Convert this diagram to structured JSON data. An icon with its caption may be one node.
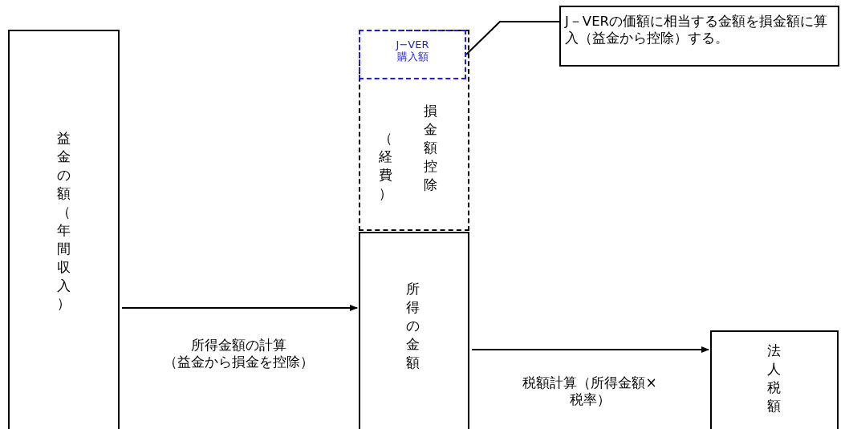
{
  "diagram": {
    "nodes": [
      {
        "text": [
          "益金の額（年間収入）"
        ]
      },
      {
        "text": [
          "（経費）",
          "損金額控除"
        ]
      },
      {
        "text": [
          "J−VER 購入額"
        ],
        "in": 1
      },
      {
        "text": [
          "所得の金額"
        ]
      },
      {
        "text": [
          "法人税額"
        ]
      },
      {
        "text": [
          "J－VERの価額に相当する金額を損金額に算入（益金から控除）する。"
        ]
      }
    ],
    "edges": [
      {
        "from": 0,
        "to": 3,
        "arrow": "to",
        "label": "所得金額の計算（益金から損金を控除）"
      },
      {
        "from": 3,
        "to": 4,
        "arrow": "to",
        "label": "税額計算（所得金額×税率）"
      },
      {
        "from": 5,
        "to": 2,
        "arrow": "none"
      }
    ]
  }
}
